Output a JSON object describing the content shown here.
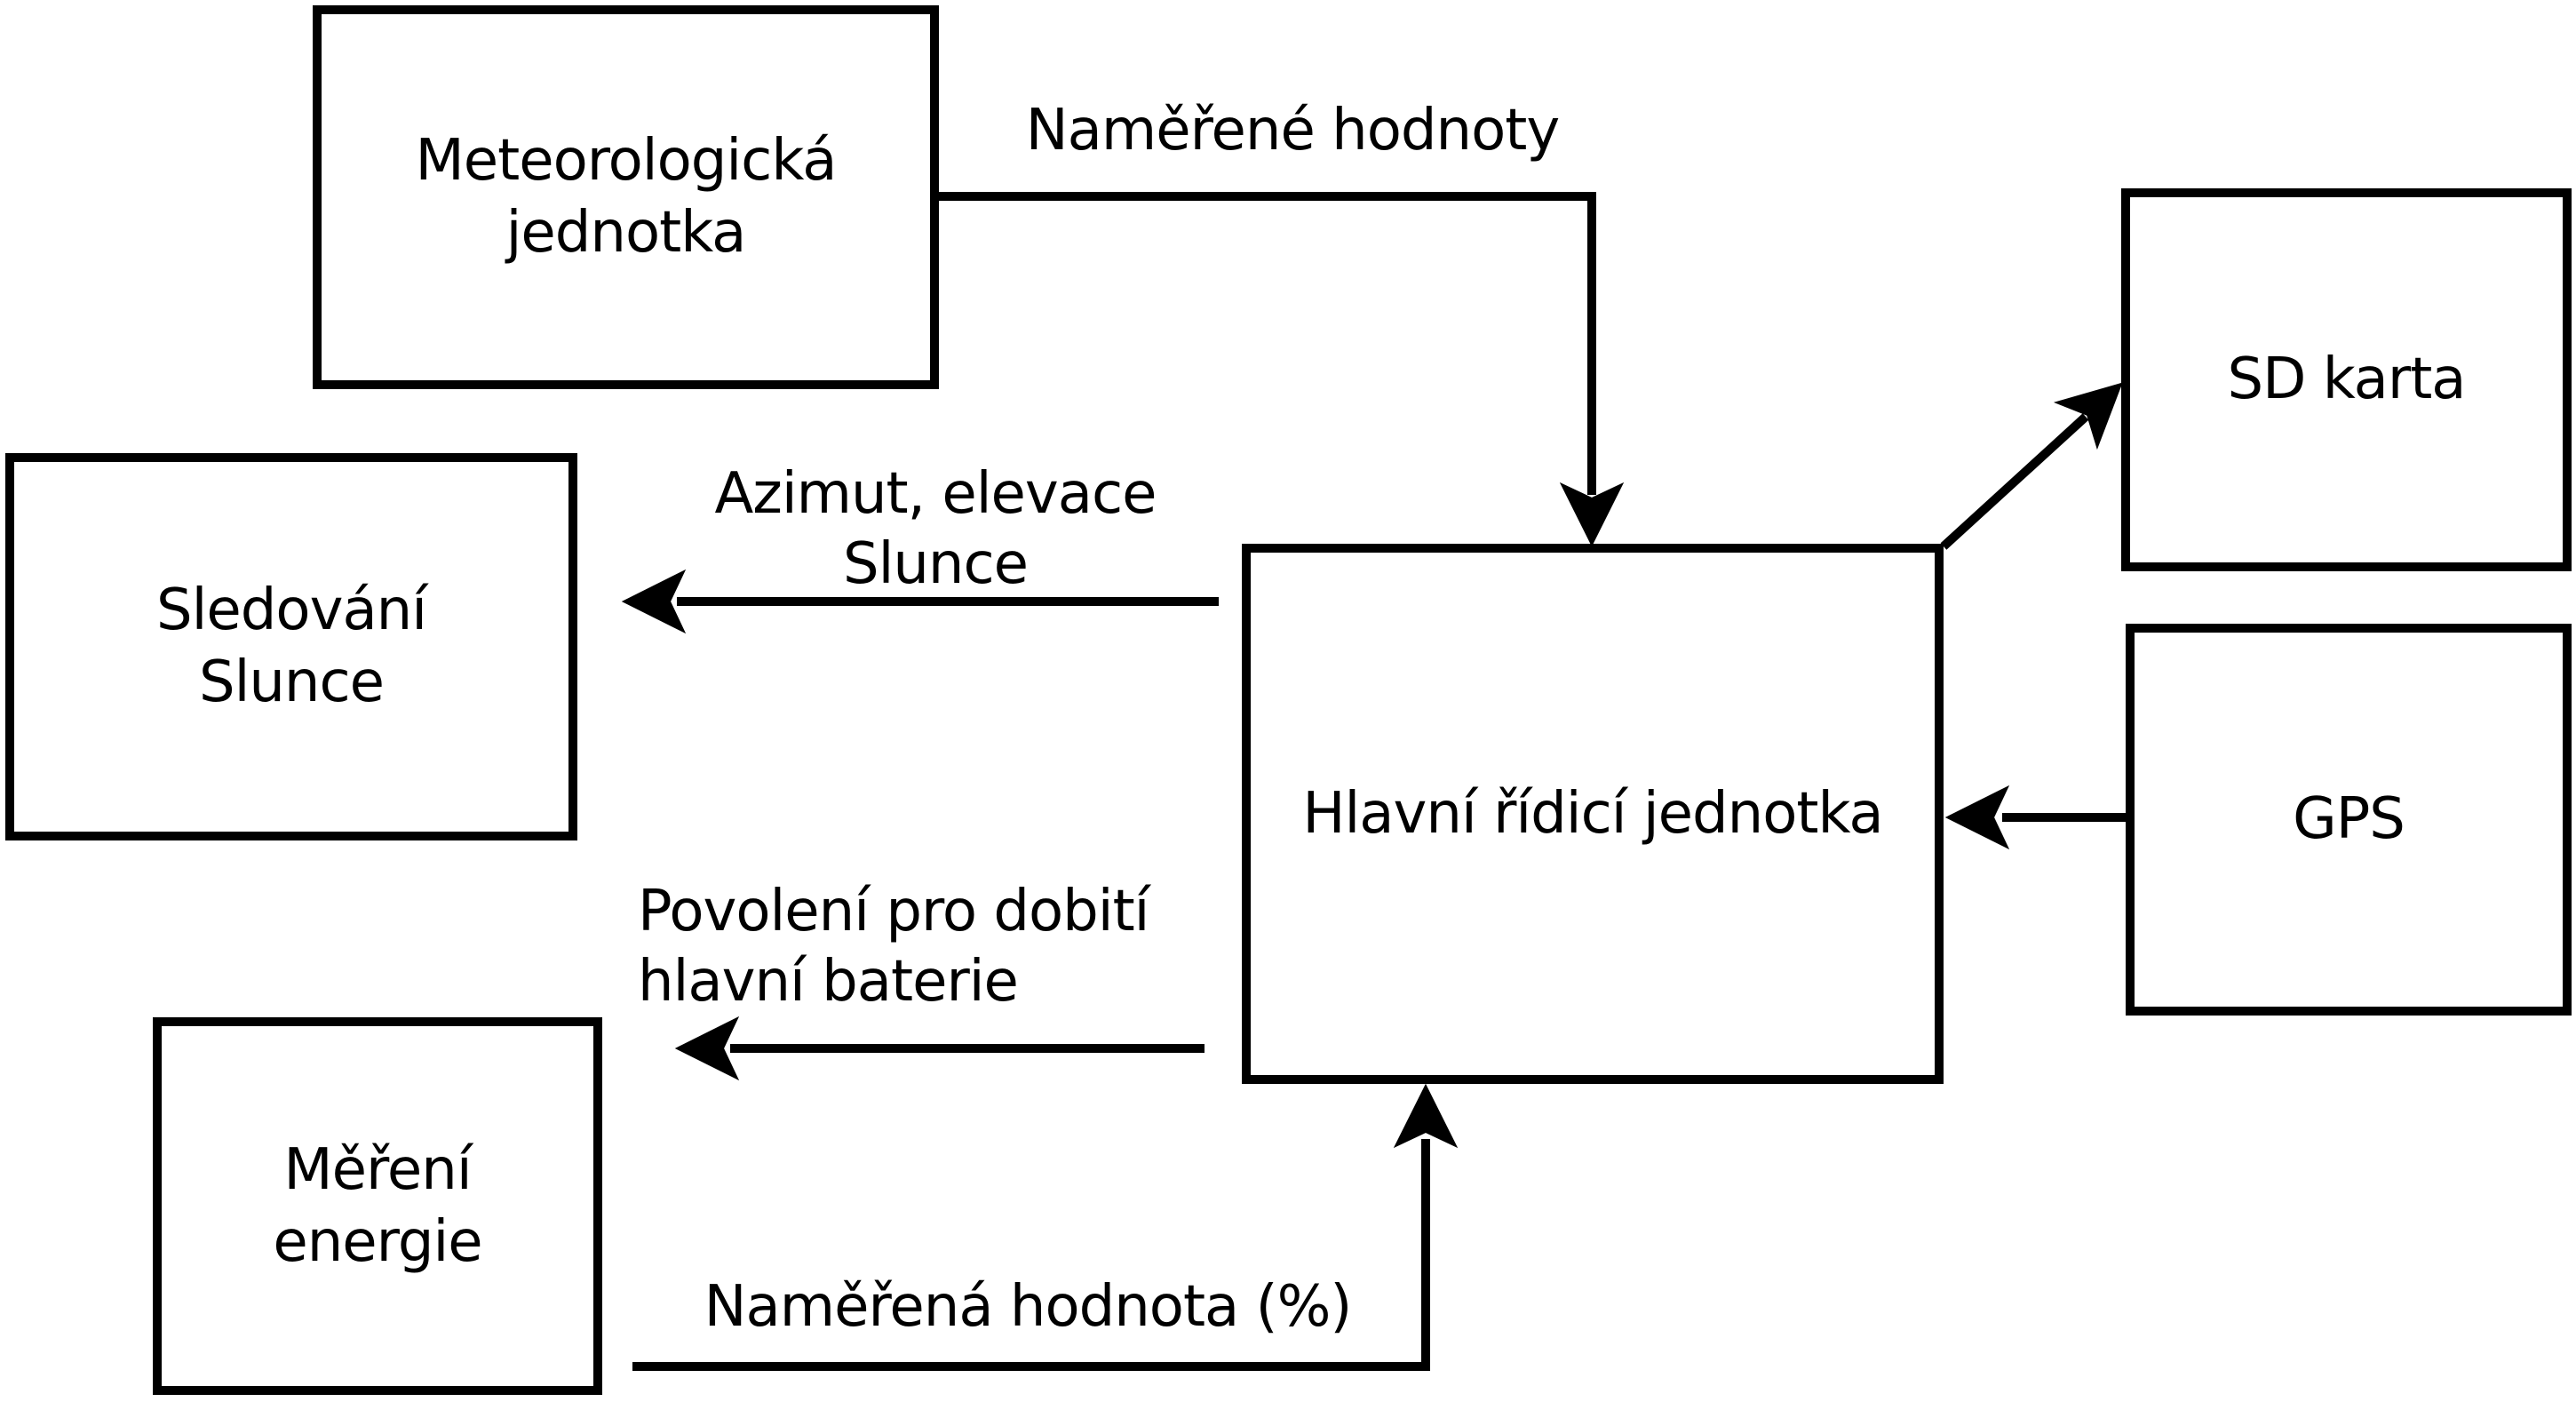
{
  "boxes": {
    "meteorologicka": {
      "label": "Meteorologická\njednotka"
    },
    "sd_karta": {
      "label": "SD karta"
    },
    "sledovani": {
      "label": "Sledování\nSlunce"
    },
    "gps": {
      "label": "GPS"
    },
    "hlavni": {
      "label": "Hlavní řídicí jednotka"
    },
    "mereni": {
      "label": "Měření\nenergie"
    }
  },
  "edge_labels": {
    "namerene_hodnoty": "Naměřené hodnoty",
    "azimut_elevace": "Azimut, elevace Slunce",
    "povoleni_dobiti": "Povolení pro dobití\nhlavní baterie",
    "namerena_hodnota": "Naměřená hodnota (%)"
  },
  "colors": {
    "stroke": "#000000",
    "background": "#ffffff"
  }
}
